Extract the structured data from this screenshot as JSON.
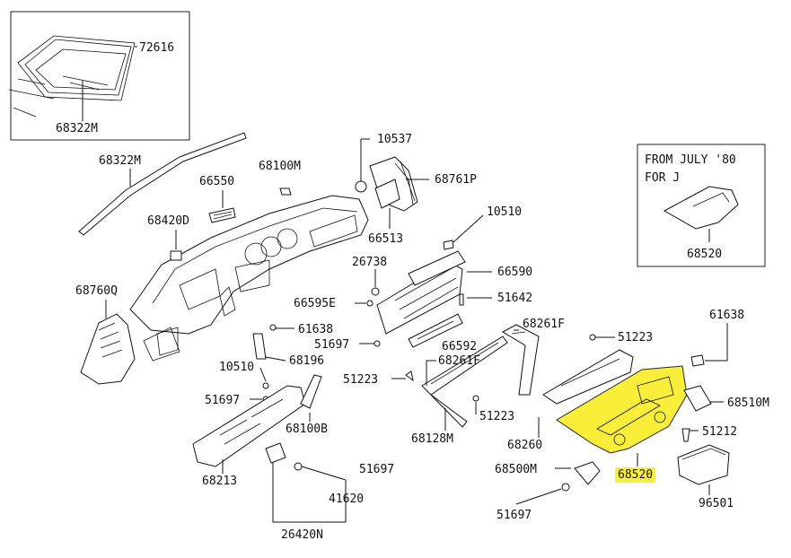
{
  "highlight_color": "#fbee3a",
  "note": {
    "line1": "FROM JULY '80",
    "line2": "FOR J"
  },
  "labels": {
    "p72616": "72616",
    "p68322M_inset": "68322M",
    "p68322M": "68322M",
    "p66550": "66550",
    "p68100M": "68100M",
    "p10537": "10537",
    "p68761P": "68761P",
    "p68420D": "68420D",
    "p66513": "66513",
    "p10510a": "10510",
    "p26738": "26738",
    "p66590": "66590",
    "p68760Q": "68760Q",
    "p66595E": "66595E",
    "p51642": "51642",
    "p61638a": "61638",
    "p51697a": "51697",
    "p66592": "66592",
    "p68261F_a": "68261F",
    "p68196": "68196",
    "p10510b": "10510",
    "p51223a": "51223",
    "p68261F_b": "68261F",
    "p51697b": "51697",
    "p68100B": "68100B",
    "p51223b": "51223",
    "p68128M": "68128M",
    "p68213": "68213",
    "p51697c": "51697",
    "p41620": "41620",
    "p26420N": "26420N",
    "p51223c": "51223",
    "p61638b": "61638",
    "p68510M": "68510M",
    "p68260": "68260",
    "p51212": "51212",
    "p68500M": "68500M",
    "p68520": "68520",
    "p96501": "96501",
    "p51697d": "51697",
    "p68520_inset": "68520"
  }
}
